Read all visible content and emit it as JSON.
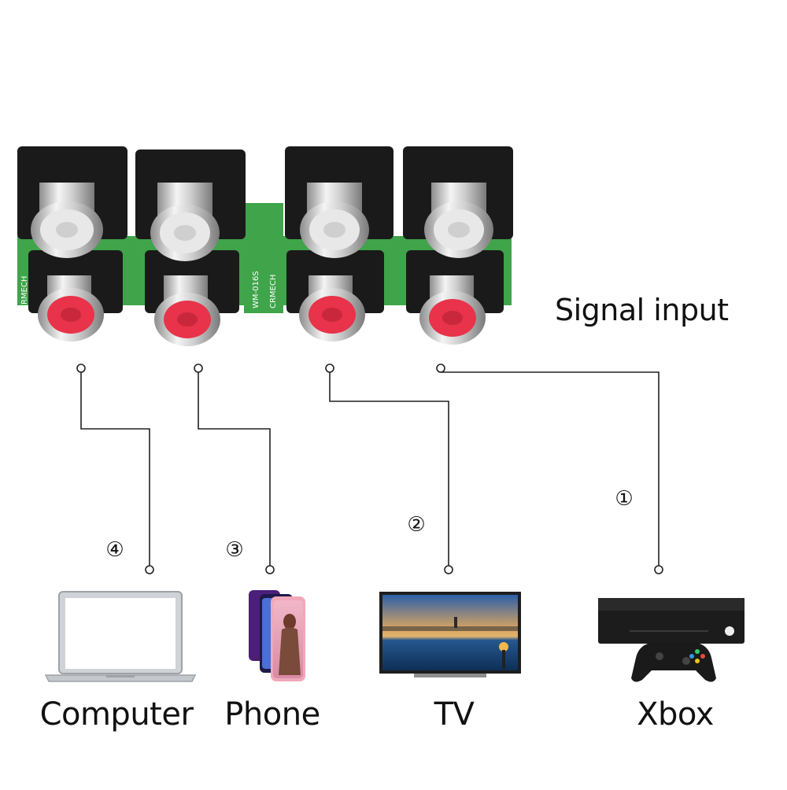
{
  "title": "Signal input",
  "board": {
    "silk_text_1": "WM-016S",
    "silk_text_2": "CRMECH",
    "silk_text_3": "CRMECH"
  },
  "devices": [
    {
      "id": "computer",
      "label": "Computer",
      "number": "④",
      "icon": "laptop-icon"
    },
    {
      "id": "phone",
      "label": "Phone",
      "number": "③",
      "icon": "phone-icon"
    },
    {
      "id": "tv",
      "label": "TV",
      "number": "②",
      "icon": "tv-icon"
    },
    {
      "id": "xbox",
      "label": "Xbox",
      "number": "①",
      "icon": "game-console-icon"
    }
  ],
  "colors": {
    "jack_body": "#1a1a1a",
    "white_ring": "#e8e8e8",
    "red_ring": "#e8334a",
    "pcb": "#3fa44a",
    "line": "#222222"
  }
}
